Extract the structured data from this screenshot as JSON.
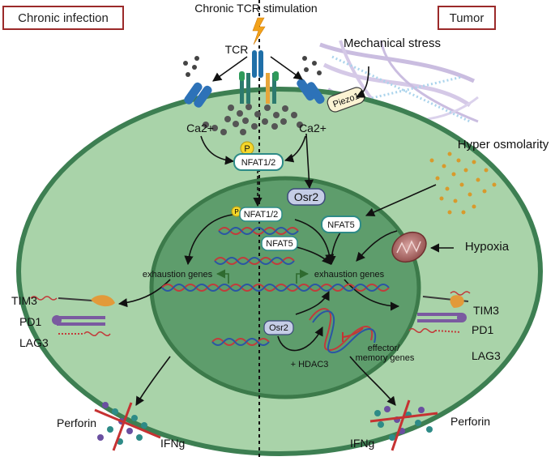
{
  "panels": {
    "left_title": "Chronic infection",
    "right_title": "Tumor"
  },
  "stimulus": {
    "tcr_stimulation": "Chronic TCR stimulation",
    "tcr": "TCR",
    "mechanical_stress": "Mechanical stress",
    "piezo": "Piezo1",
    "hyper_osmolarity": "Hyper osmolarity",
    "hypoxia": "Hypoxia"
  },
  "signaling": {
    "ca_left": "Ca2+",
    "ca_right": "Ca2+",
    "phospho": "P",
    "nfat12_cyto": "NFAT1/2",
    "osr2_cyto": "Osr2",
    "nfat5_cyto": "NFAT5"
  },
  "nucleus": {
    "nfat12_dna": "NFAT1/2",
    "nfat5_dna": "NFAT5",
    "exhaustion_left": "exhaustion genes",
    "exhaustion_right": "exhaustion genes",
    "osr2_dna": "Osr2",
    "hdac3": "+ HDAC3",
    "effector_memory": "effector/\nmemory genes"
  },
  "receptors": {
    "left": [
      "TIM3",
      "PD1",
      "LAG3"
    ],
    "right": [
      "TIM3",
      "PD1",
      "LAG3"
    ]
  },
  "effectors": {
    "left_perforin": "Perforin",
    "left_ifng": "IFNg",
    "right_perforin": "Perforin",
    "right_ifng": "IFNg"
  },
  "colors": {
    "cell_outer": "#a9d3a9",
    "cell_border": "#3d7f52",
    "nucleus": "#5e9d6c",
    "panel_border": "#9b2a2a",
    "teal": "#2e8b87",
    "cross": "#c63232"
  }
}
